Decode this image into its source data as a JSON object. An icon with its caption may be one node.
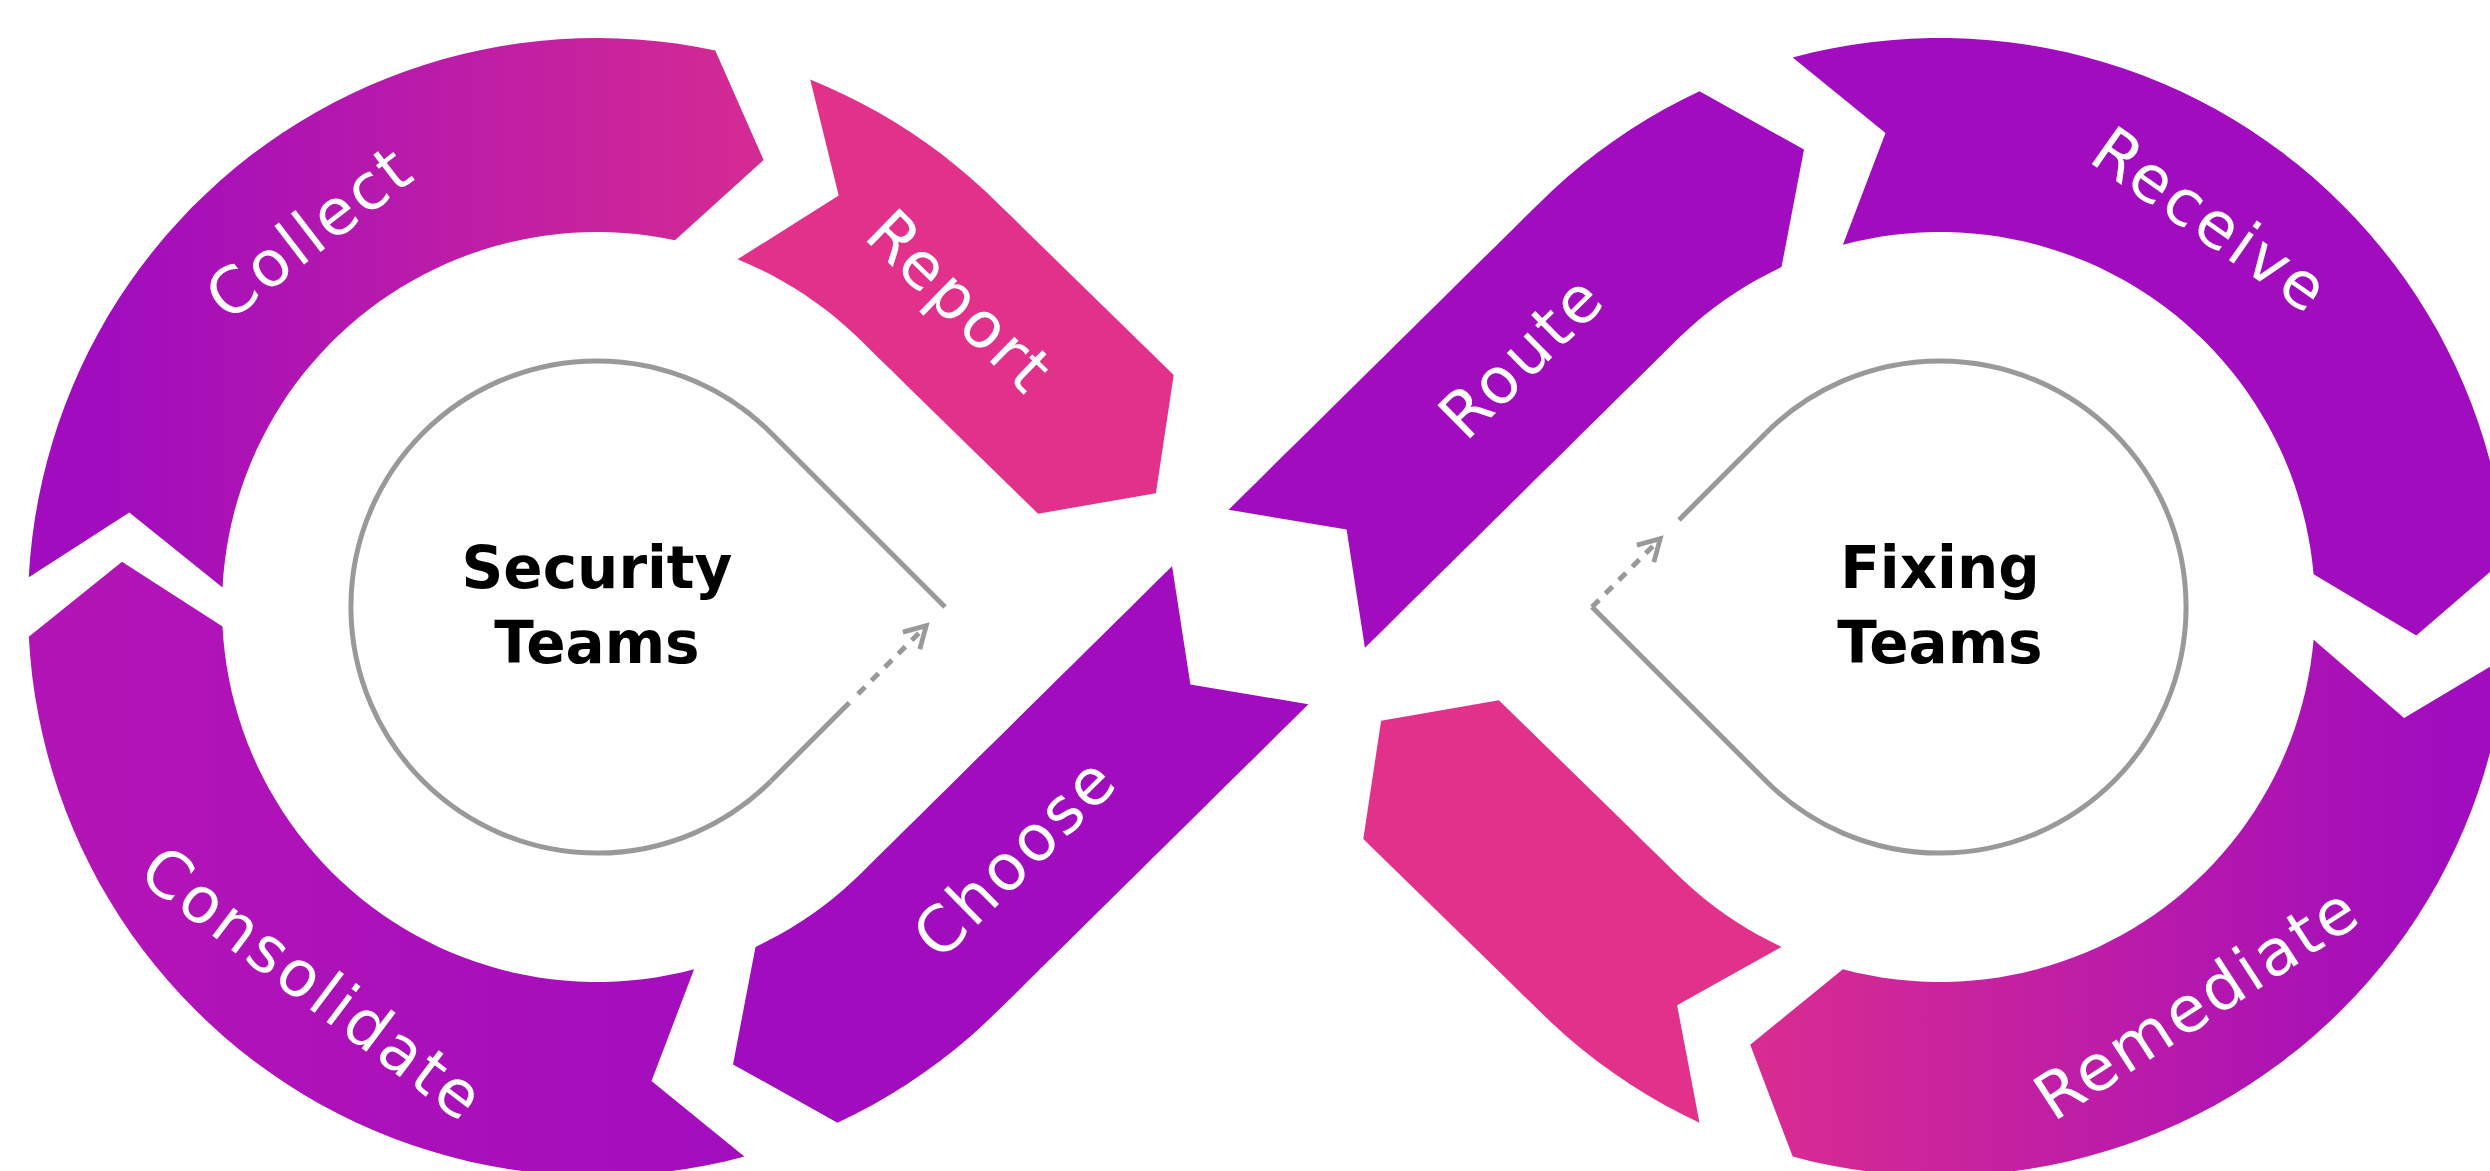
{
  "diagram": {
    "nodes": [
      {
        "text": [
          "Security Teams"
        ]
      },
      {
        "text": [
          "Collect"
        ]
      },
      {
        "text": [
          "Report"
        ]
      },
      {
        "text": [
          "Route"
        ]
      },
      {
        "text": [
          "Receive"
        ]
      },
      {
        "text": [
          "Remediate"
        ]
      },
      {
        "text": [],
        "shape": "arrow"
      },
      {
        "text": [
          "Choose"
        ]
      },
      {
        "text": [
          "Consolidate"
        ]
      },
      {
        "text": [
          "Fixing Teams"
        ]
      }
    ]
  }
}
